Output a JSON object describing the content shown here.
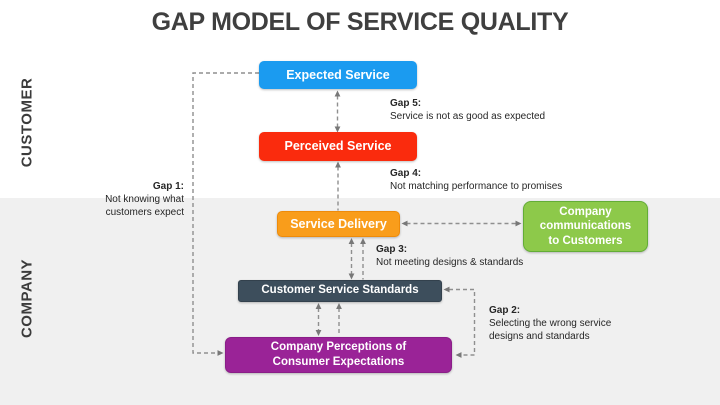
{
  "title": "GAP MODEL OF SERVICE QUALITY",
  "sections": {
    "customer_label": "CUSTOMER",
    "company_label": "COMPANY"
  },
  "boxes": {
    "expected_service": {
      "label": "Expected Service",
      "color": "#1b9bf0"
    },
    "perceived_service": {
      "label": "Perceived Service",
      "color": "#fa2b0d"
    },
    "service_delivery": {
      "label": "Service Delivery",
      "color": "#f99d1b",
      "border_color": "#ee8b0a"
    },
    "company_communications": {
      "label": "Company\ncommunications\nto Customers",
      "color": "#8dc94a",
      "border_color": "#63ad36"
    },
    "customer_service_standards": {
      "label": "Customer Service Standards",
      "color": "#3d4e5c"
    },
    "company_perceptions": {
      "label": "Company Perceptions of\nConsumer Expectations",
      "color": "#9a2397",
      "border_color": "#8a1e88"
    }
  },
  "gaps": {
    "gap1": {
      "label": "Gap 1:",
      "note": "Not knowing what\ncustomers expect"
    },
    "gap2": {
      "label": "Gap 2:",
      "note": "Selecting the wrong service\ndesigns and standards"
    },
    "gap3": {
      "label": "Gap 3:",
      "note": "Not meeting designs & standards"
    },
    "gap4": {
      "label": "Gap 4:",
      "note": "Not matching performance to promises"
    },
    "gap5": {
      "label": "Gap 5:",
      "note": "Service is not as good as expected"
    }
  },
  "colors": {
    "customer_zone_background": "#ffffff",
    "company_zone_background": "#f0f0f0",
    "connector": "#8f8f8f",
    "gap_text": "#262626",
    "title_text": "#3f3f3f",
    "box_text": "#ffffff"
  }
}
